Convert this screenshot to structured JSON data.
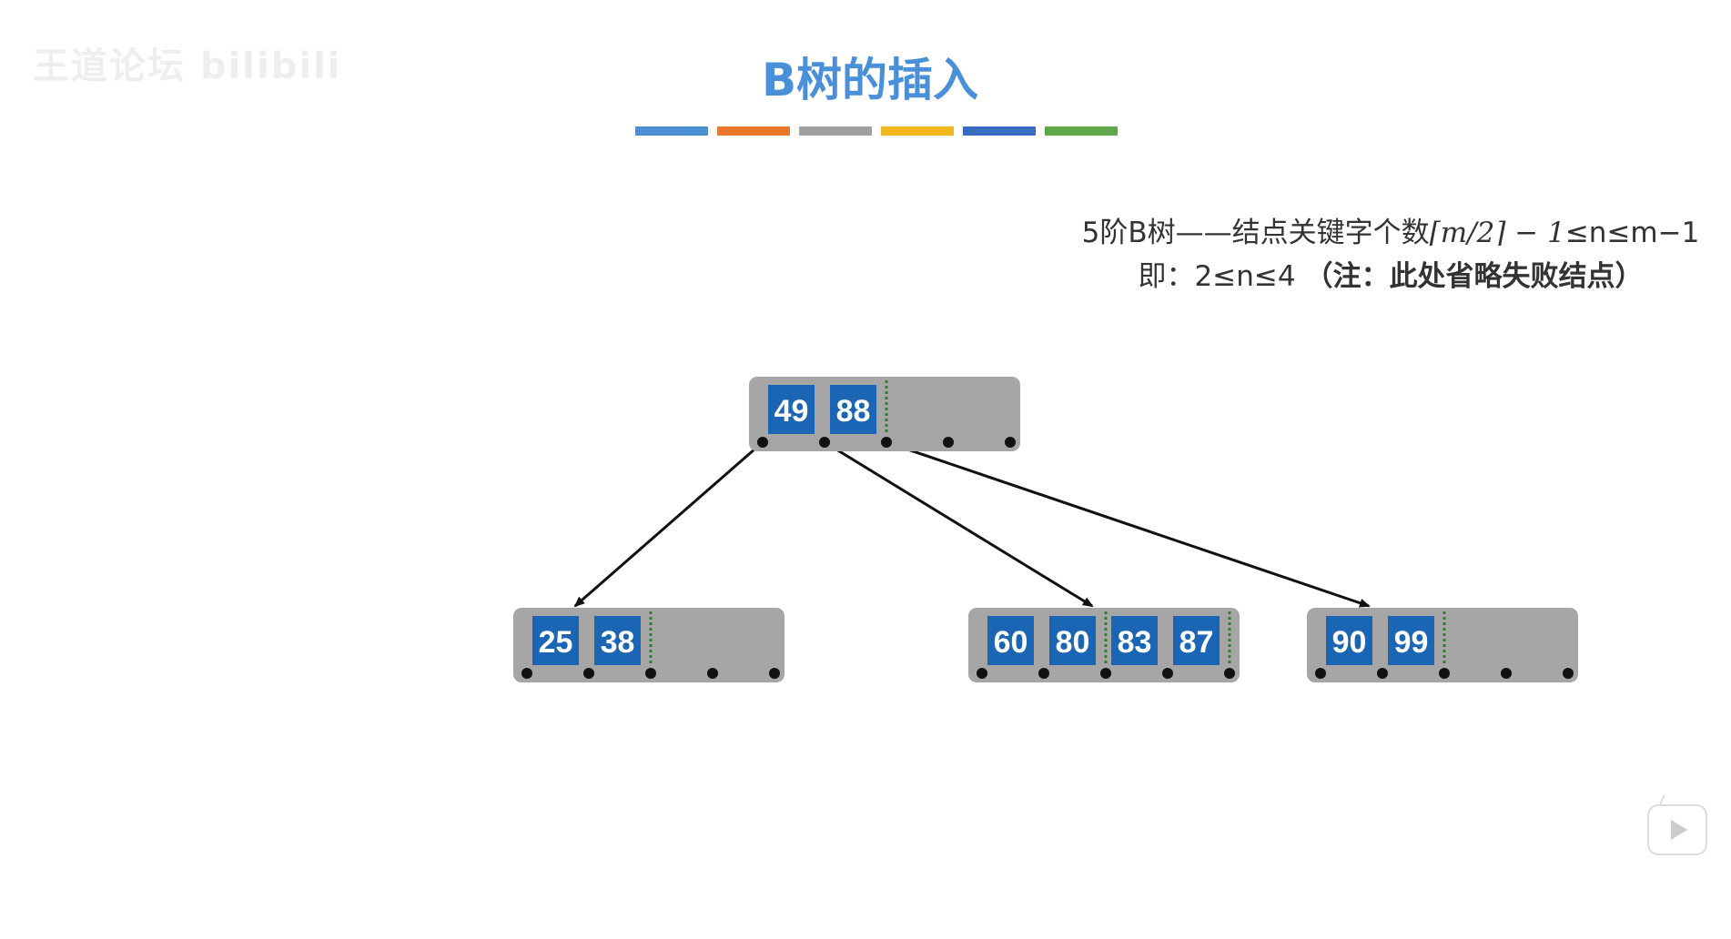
{
  "watermark": "王道论坛 bilibili",
  "title": "B树的插入",
  "accent_bars": [
    "#4d8fd4",
    "#e8782b",
    "#a0a0a0",
    "#f2b820",
    "#3b6cc4",
    "#5fa84a"
  ],
  "info": {
    "line1_text": "5阶B树——结点关键字个数",
    "line1_formula": "⌈m/2⌉ − 1",
    "line1_tail": "≤n≤m−1",
    "line2_text": "即：2≤n≤4",
    "line2_note": "（注：此处省略失败结点）"
  },
  "colors": {
    "node_bg": "#a6a6a6",
    "key_bg": "#1a66b5",
    "dot": "#111111",
    "divider": "#2e7d32"
  },
  "tree": {
    "order": 5,
    "nodes": [
      {
        "id": "root",
        "keys": [
          "49",
          "88"
        ]
      },
      {
        "id": "child-1",
        "keys": [
          "25",
          "38"
        ]
      },
      {
        "id": "child-2",
        "keys": [
          "60",
          "80",
          "83",
          "87"
        ]
      },
      {
        "id": "child-3",
        "keys": [
          "90",
          "99"
        ]
      }
    ],
    "edges": [
      {
        "from": "root",
        "pointer": 0,
        "to": "child-1"
      },
      {
        "from": "root",
        "pointer": 1,
        "to": "child-2"
      },
      {
        "from": "root",
        "pointer": 2,
        "to": "child-3"
      }
    ]
  }
}
